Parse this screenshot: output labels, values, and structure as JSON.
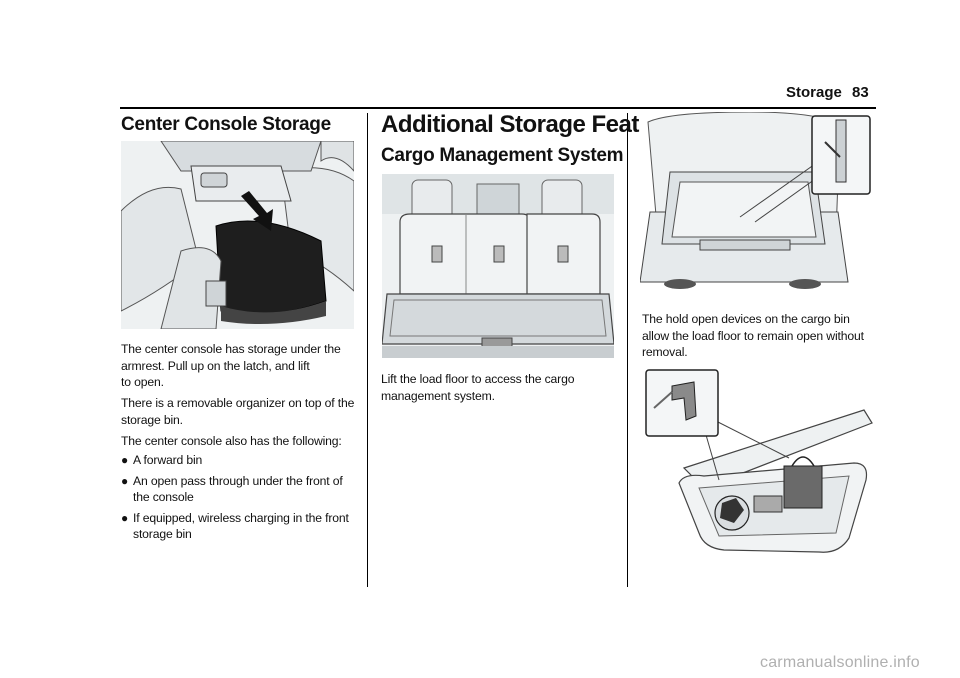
{
  "header": {
    "section": "Storage",
    "page_number": "83"
  },
  "left_column": {
    "heading": "Center Console Storage",
    "para1": "The center console has storage under the armrest. Pull up on the latch, and lift to open.",
    "para1_lines": [
      "The center console has storage under the",
      "armrest. Pull up on the latch, and lift",
      "to open."
    ],
    "para2_lines": [
      "There is a removable organizer on top of the",
      "storage bin."
    ],
    "para3": "The center console also has the following:",
    "bullets": [
      {
        "lines": [
          "A forward bin"
        ]
      },
      {
        "lines": [
          "An open pass through under the front of",
          "the console"
        ]
      },
      {
        "lines": [
          "If equipped, wireless charging in the front",
          "storage bin"
        ]
      }
    ]
  },
  "middle_column": {
    "heading": "Additional Storage Features",
    "subheading": "Cargo Management System",
    "para_lines": [
      "Lift the load floor to access the cargo",
      "management system."
    ]
  },
  "right_column": {
    "para_lines": [
      "The hold open devices on the cargo bin",
      "allow the load floor to remain open without",
      "removal."
    ]
  },
  "footer": {
    "watermark": "carmanualsonline.info"
  },
  "colors": {
    "text": "#111111",
    "rule": "#000000",
    "illustration_bg": "#f3f5f6",
    "watermark": "#b0b0b0"
  }
}
